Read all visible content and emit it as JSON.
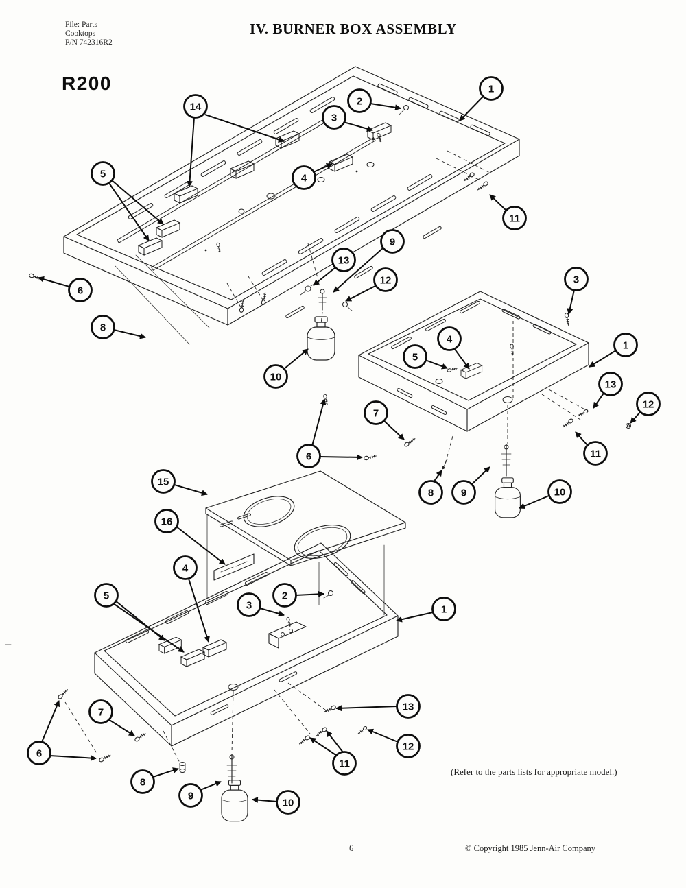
{
  "header": {
    "file_lines": [
      "File: Parts",
      "Cooktops",
      "P/N 742316R2"
    ],
    "title": "IV. BURNER BOX ASSEMBLY",
    "model": "R200"
  },
  "footer": {
    "note": "(Refer to the parts lists for appropriate model.)",
    "page_number": "6",
    "copyright": "© Copyright 1985 Jenn-Air Company"
  },
  "callouts": {
    "top": [
      "14",
      "2",
      "3",
      "1",
      "5",
      "4",
      "11",
      "6",
      "8",
      "13",
      "9",
      "12",
      "10"
    ],
    "middle": [
      "3",
      "1",
      "4",
      "5",
      "13",
      "12",
      "11",
      "7",
      "6",
      "8",
      "9",
      "10"
    ],
    "bottom": [
      "15",
      "16",
      "4",
      "2",
      "3",
      "5",
      "1",
      "13",
      "12",
      "11",
      "7",
      "6",
      "8",
      "9",
      "10"
    ]
  }
}
